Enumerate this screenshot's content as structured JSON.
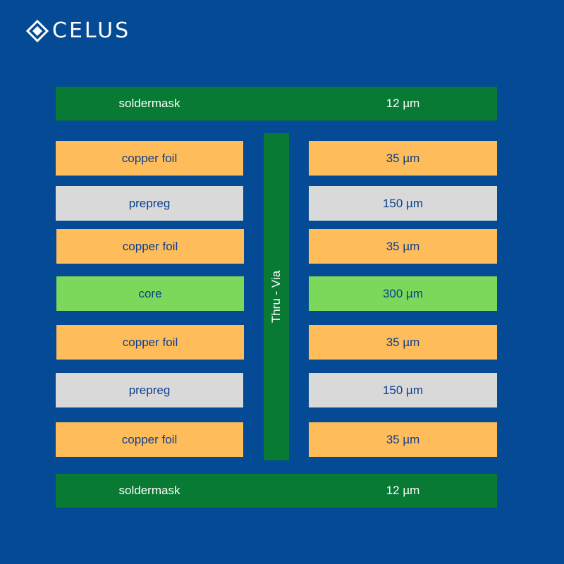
{
  "brand": {
    "name": "CELUS",
    "icon": "celus-diamond-logo-icon"
  },
  "colors": {
    "background": "#044a94",
    "soldermask": "#087a34",
    "copper_foil": "#ffbc5b",
    "prepreg": "#d9d9d9",
    "core": "#7cd85a",
    "layer_text": "#0b3f8c",
    "soldermask_text": "#ffffff"
  },
  "stackup": {
    "top_mask": {
      "label": "soldermask",
      "thickness": "12 µm"
    },
    "layers": [
      {
        "label": "copper foil",
        "thickness": "35 µm",
        "material": "copper_foil"
      },
      {
        "label": "prepreg",
        "thickness": "150 µm",
        "material": "prepreg"
      },
      {
        "label": "copper foil",
        "thickness": "35 µm",
        "material": "copper_foil"
      },
      {
        "label": "core",
        "thickness": "300 µm",
        "material": "core"
      },
      {
        "label": "copper foil",
        "thickness": "35 µm",
        "material": "copper_foil"
      },
      {
        "label": "prepreg",
        "thickness": "150 µm",
        "material": "prepreg"
      },
      {
        "label": "copper foil",
        "thickness": "35 µm",
        "material": "copper_foil"
      }
    ],
    "bottom_mask": {
      "label": "soldermask",
      "thickness": "12 µm"
    },
    "via": {
      "label": "Thru - Via"
    }
  }
}
